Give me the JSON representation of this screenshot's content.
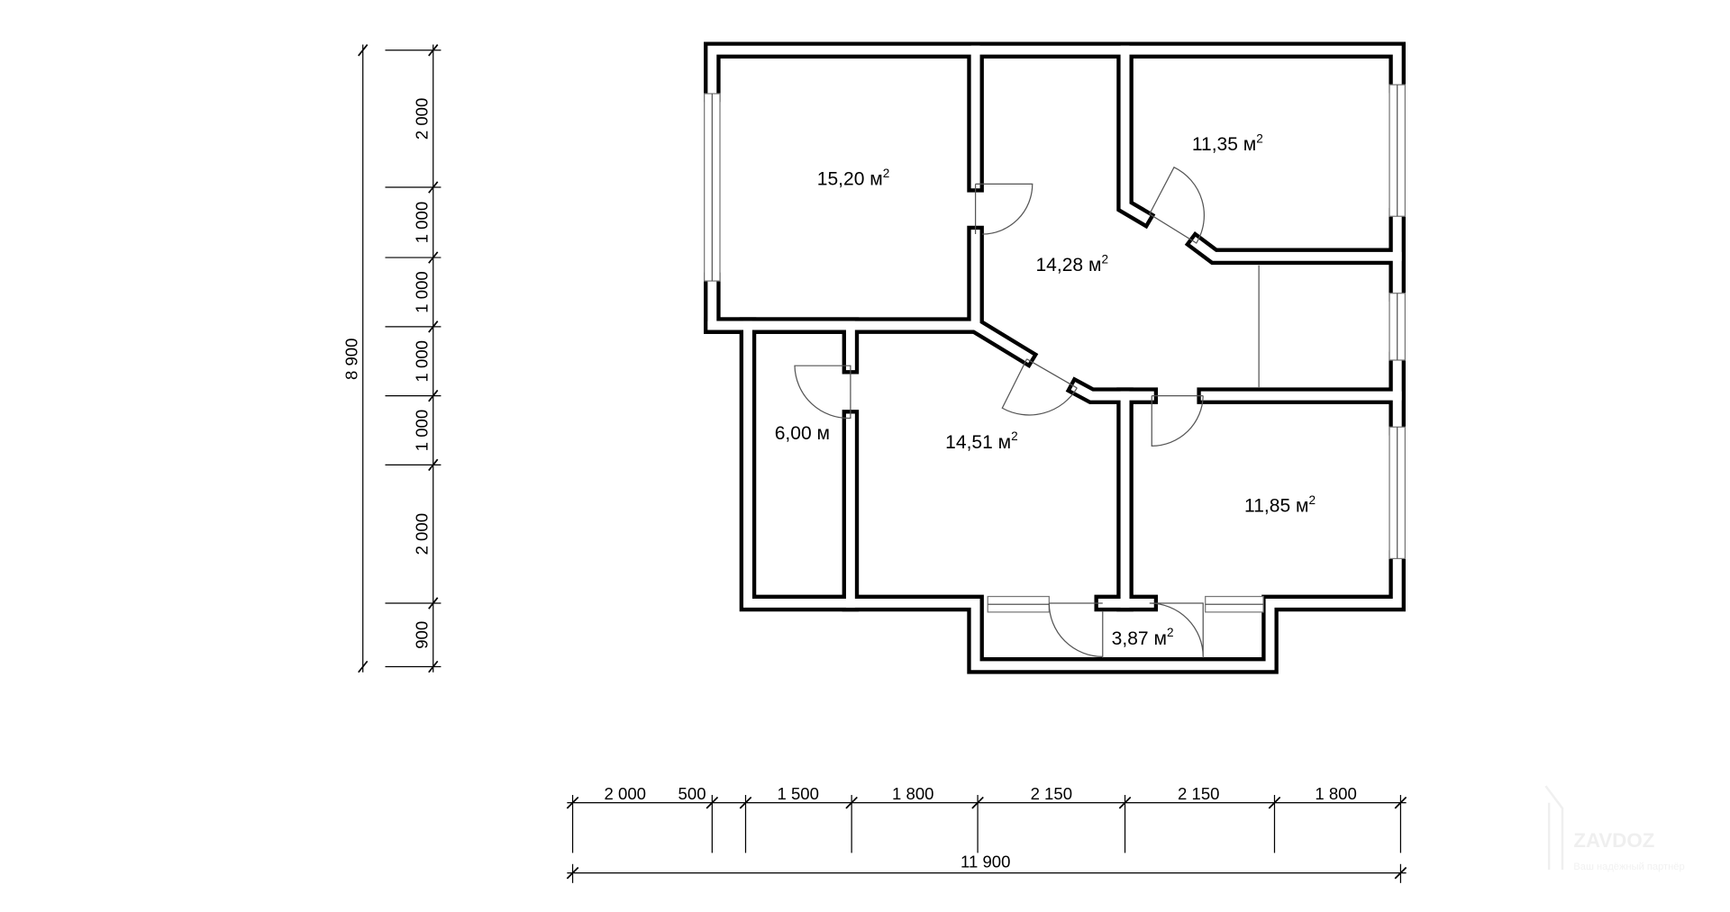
{
  "rooms": [
    {
      "area": "15,20 м",
      "sup": "2"
    },
    {
      "area": "11,35 м",
      "sup": "2"
    },
    {
      "area": "14,28 м",
      "sup": "2"
    },
    {
      "area": "6,00 м",
      "sup": ""
    },
    {
      "area": "14,51 м",
      "sup": "2"
    },
    {
      "area": "11,85 м",
      "sup": "2"
    },
    {
      "area": "3,87 м",
      "sup": "2"
    }
  ],
  "dimensions": {
    "vertical_total": "8 900",
    "vertical_chain": [
      "2 000",
      "1 000",
      "1 000",
      "1 000",
      "1 000",
      "2 000",
      "900"
    ],
    "horizontal_total": "11 900",
    "horizontal_chain": [
      "2 000",
      "500",
      "1 500",
      "1 800",
      "2 150",
      "2 150",
      "1 800"
    ]
  },
  "watermark": {
    "logo_text": "ZAVDOZ",
    "subtitle": "Ваш надёжный партнёр"
  }
}
